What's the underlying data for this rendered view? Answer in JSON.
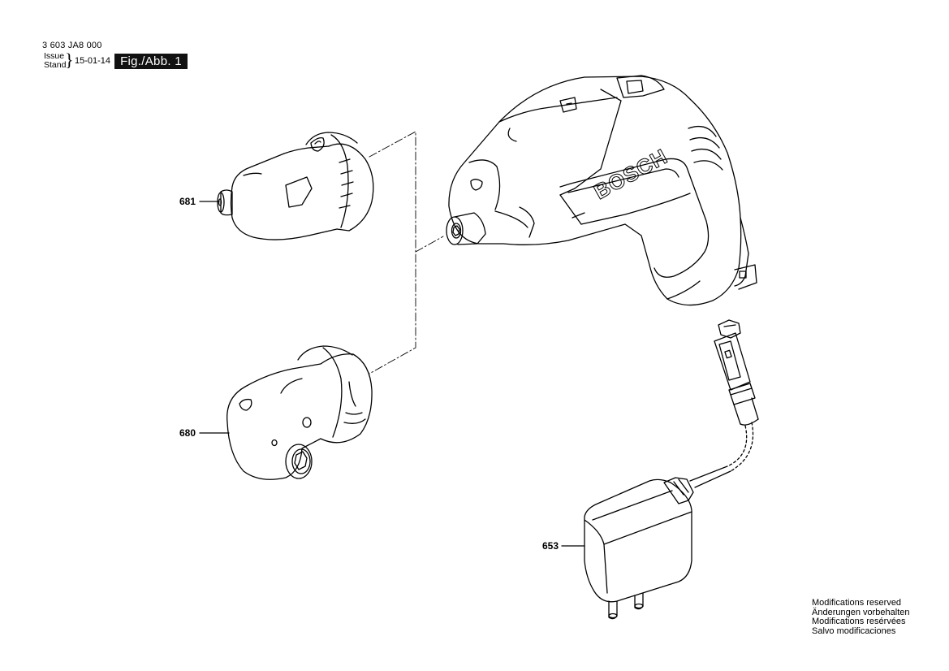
{
  "header": {
    "part_number": "3 603 JA8 000",
    "issue_label": "Issue",
    "stand_label": "Stand",
    "date": "15-01-14",
    "figure": "Fig./Abb. 1"
  },
  "parts": {
    "p681": "681",
    "p680": "680",
    "p653": "653"
  },
  "brand": "BOSCH",
  "footer": {
    "lines": [
      "Modifications reserved",
      "Änderungen vorbehalten",
      "Modifications resérvées",
      "Salvo modificaciones"
    ]
  }
}
